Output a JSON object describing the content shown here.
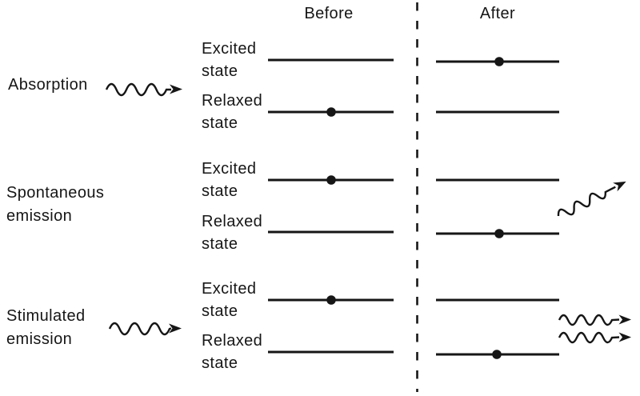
{
  "header": {
    "before": "Before",
    "after": "After"
  },
  "ink_color": "#161616",
  "rows": [
    {
      "process": [
        "Absorption"
      ],
      "excited_label": [
        "Excited",
        "state"
      ],
      "relaxed_label": [
        "Relaxed",
        "state"
      ],
      "before_electron_on": "relaxed state",
      "after_electron_on": "excited state",
      "incoming_photons": 1,
      "outgoing_photons": 0
    },
    {
      "process": [
        "Spontaneous",
        "emission"
      ],
      "excited_label": [
        "Excited",
        "state"
      ],
      "relaxed_label": [
        "Relaxed",
        "state"
      ],
      "before_electron_on": "excited state",
      "after_electron_on": "relaxed state",
      "incoming_photons": 0,
      "outgoing_photons": 1
    },
    {
      "process": [
        "Stimulated",
        "emission"
      ],
      "excited_label": [
        "Excited",
        "state"
      ],
      "relaxed_label": [
        "Relaxed",
        "state"
      ],
      "before_electron_on": "excited state",
      "after_electron_on": "relaxed state",
      "incoming_photons": 1,
      "outgoing_photons": 2
    }
  ]
}
